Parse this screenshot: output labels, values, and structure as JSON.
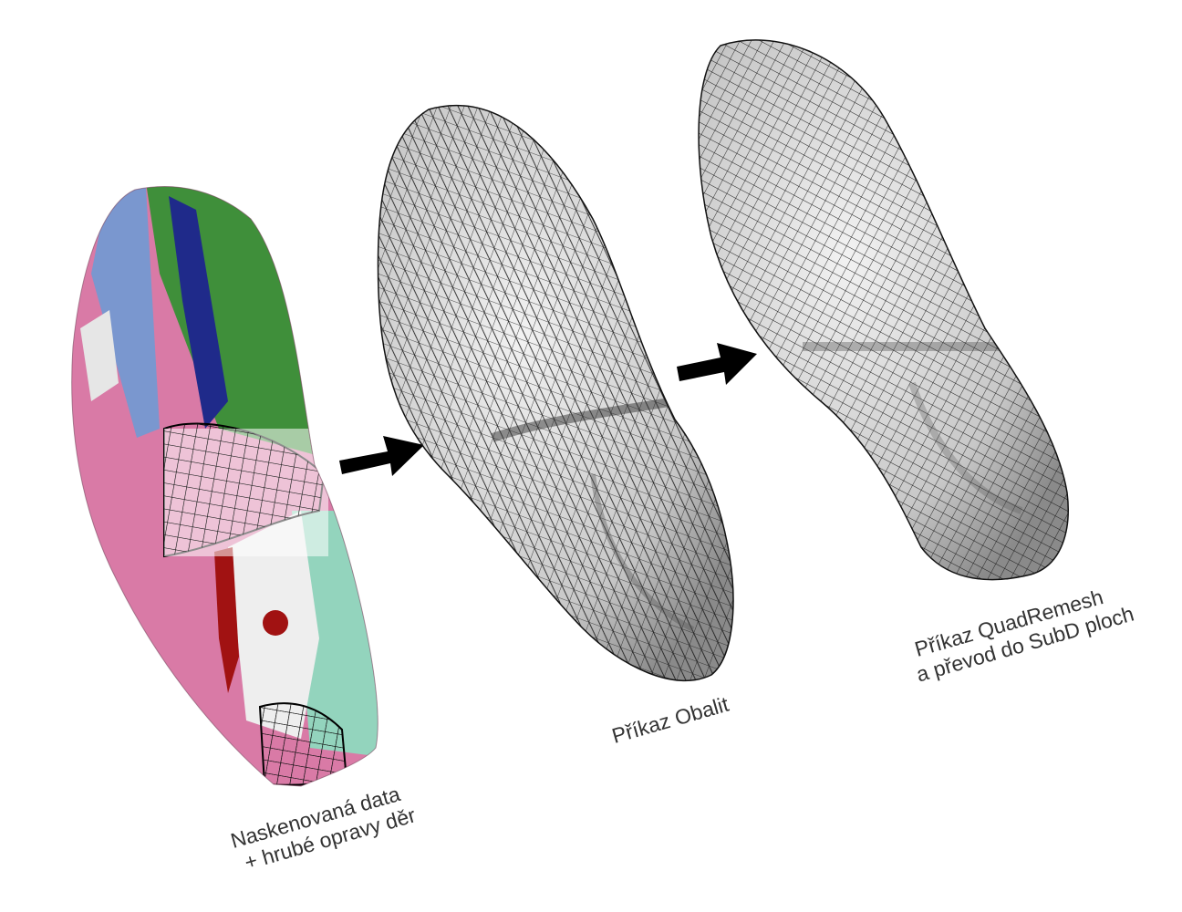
{
  "steps": [
    {
      "lines": [
        "Naskenovaná data",
        "+ hrubé opravy děr"
      ]
    },
    {
      "lines": [
        "Příkaz Obalit"
      ]
    },
    {
      "lines": [
        "Příkaz QuadRemesh",
        "a převod do SubD ploch"
      ]
    }
  ],
  "colors": {
    "pink": "#d97aa6",
    "blue": "#7a97cf",
    "green": "#3f8f3a",
    "navy": "#1f2a8a",
    "mint": "#93d4bd",
    "red": "#a11212",
    "white_part": "#eeeeee",
    "mesh_fill": "#cfcfcf",
    "mesh_line": "#1a1a1a",
    "arrow": "#000000",
    "text": "#333333"
  }
}
